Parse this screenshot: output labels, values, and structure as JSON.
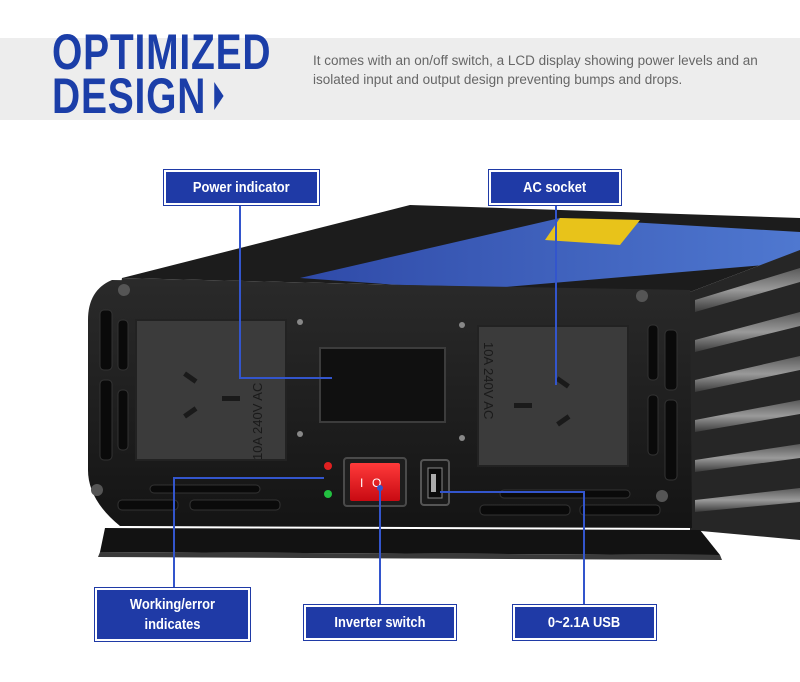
{
  "header": {
    "title_line1": "OPTIMIZED",
    "title_line2": "DESIGN",
    "description": "It comes with an on/off switch, a LCD display showing power levels and an isolated input and output design preventing bumps and drops."
  },
  "callouts": {
    "power_indicator": "Power indicator",
    "ac_socket": "AC socket",
    "working_error_line1": "Working/error",
    "working_error_line2": "indicates",
    "inverter_switch": "Inverter switch",
    "usb": "0~2.1A USB"
  },
  "device": {
    "socket_rating": "10A 240V AC",
    "switch_symbols": [
      "I",
      "O"
    ]
  },
  "colors": {
    "brand_blue": "#1b3ea8",
    "callout_blue": "#1f3aa6",
    "switch_red": "#e8101a",
    "led_red": "#e02020",
    "led_green": "#22c040"
  }
}
